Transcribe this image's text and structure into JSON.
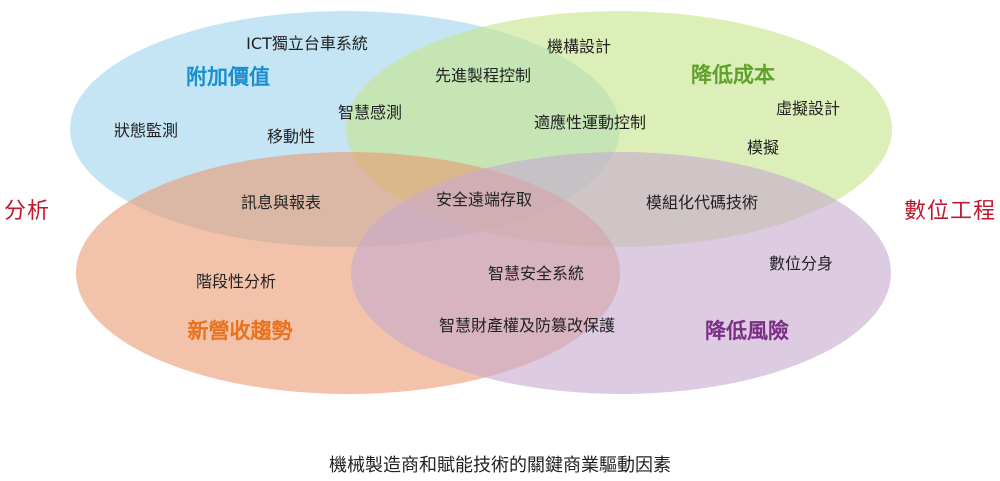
{
  "colors": {
    "blue_fill": "#9ed4ef",
    "green_fill": "#c7e58a",
    "orange_fill": "#e99a72",
    "purple_fill": "#c6a9cf",
    "blue_title": "#1a8fd0",
    "green_title": "#5fa12b",
    "orange_title": "#e8731e",
    "purple_title": "#7a2e86",
    "side_label": "#c0182e",
    "item_text": "#222222"
  },
  "side_labels": {
    "left": "分析",
    "right": "數位工程"
  },
  "circles": [
    {
      "key": "blue",
      "title": "附加價值"
    },
    {
      "key": "green",
      "title": "降低成本"
    },
    {
      "key": "orange",
      "title": "新營收趨勢"
    },
    {
      "key": "purple",
      "title": "降低風險"
    }
  ],
  "items": {
    "ict_car": "ICT獨立台車系統",
    "mech_design": "機構設計",
    "adv_control": "先進製程控制",
    "status_monitor": "狀態監測",
    "smart_sensing": "智慧感測",
    "mobility": "移動性",
    "adaptive_motion": "適應性運動控制",
    "virtual_design": "虛擬設計",
    "simulation": "模擬",
    "info_report": "訊息與報表",
    "secure_access": "安全遠端存取",
    "modular_code": "模組化代碼技術",
    "digital_twin": "數位分身",
    "phase_analysis": "階段性分析",
    "smart_security": "智慧安全系統",
    "ip_protection": "智慧財產權及防篡改保護"
  },
  "caption": "機械製造商和賦能技術的關鍵商業驅動因素"
}
